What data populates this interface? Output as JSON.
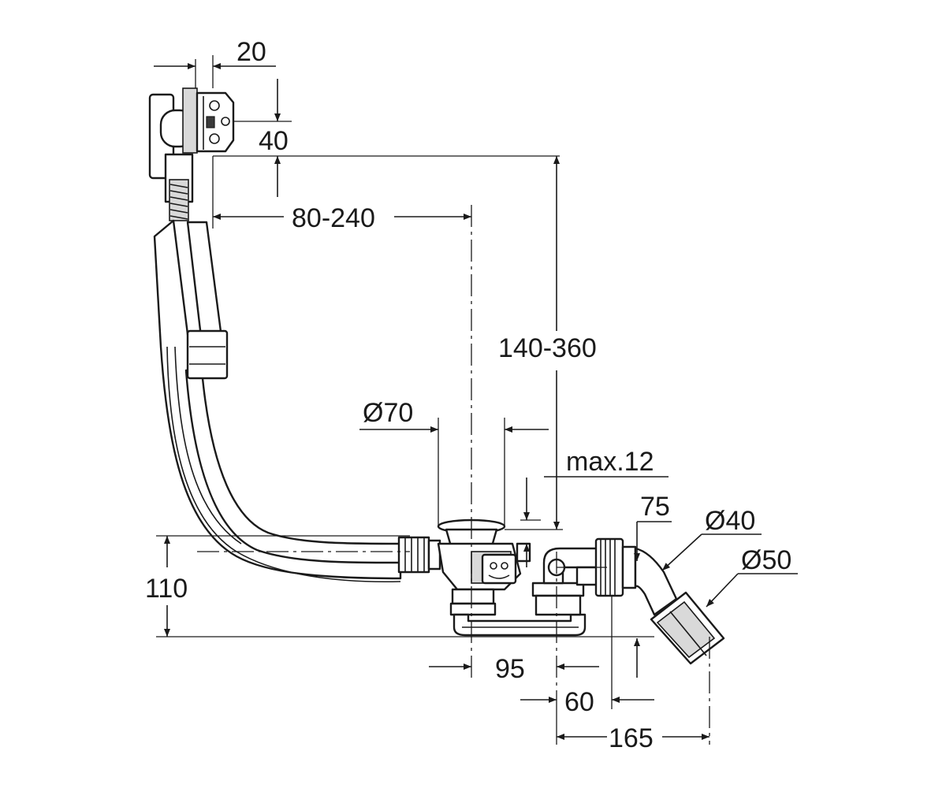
{
  "diagram": {
    "dimensions": [
      {
        "id": "d20",
        "label": "20"
      },
      {
        "id": "d40",
        "label": "40"
      },
      {
        "id": "d80_240",
        "label": "80-240"
      },
      {
        "id": "d140_360",
        "label": "140-360"
      },
      {
        "id": "d_o70",
        "label": "Ø70"
      },
      {
        "id": "d_max12",
        "label": "max.12"
      },
      {
        "id": "d75",
        "label": "75"
      },
      {
        "id": "d_o40",
        "label": "Ø40"
      },
      {
        "id": "d_o50",
        "label": "Ø50"
      },
      {
        "id": "d110",
        "label": "110"
      },
      {
        "id": "d95",
        "label": "95"
      },
      {
        "id": "d60",
        "label": "60"
      },
      {
        "id": "d165",
        "label": "165"
      }
    ]
  },
  "colors": {
    "line": "#1a1a1a",
    "shade": "#d9d9d9",
    "background": "#ffffff"
  }
}
